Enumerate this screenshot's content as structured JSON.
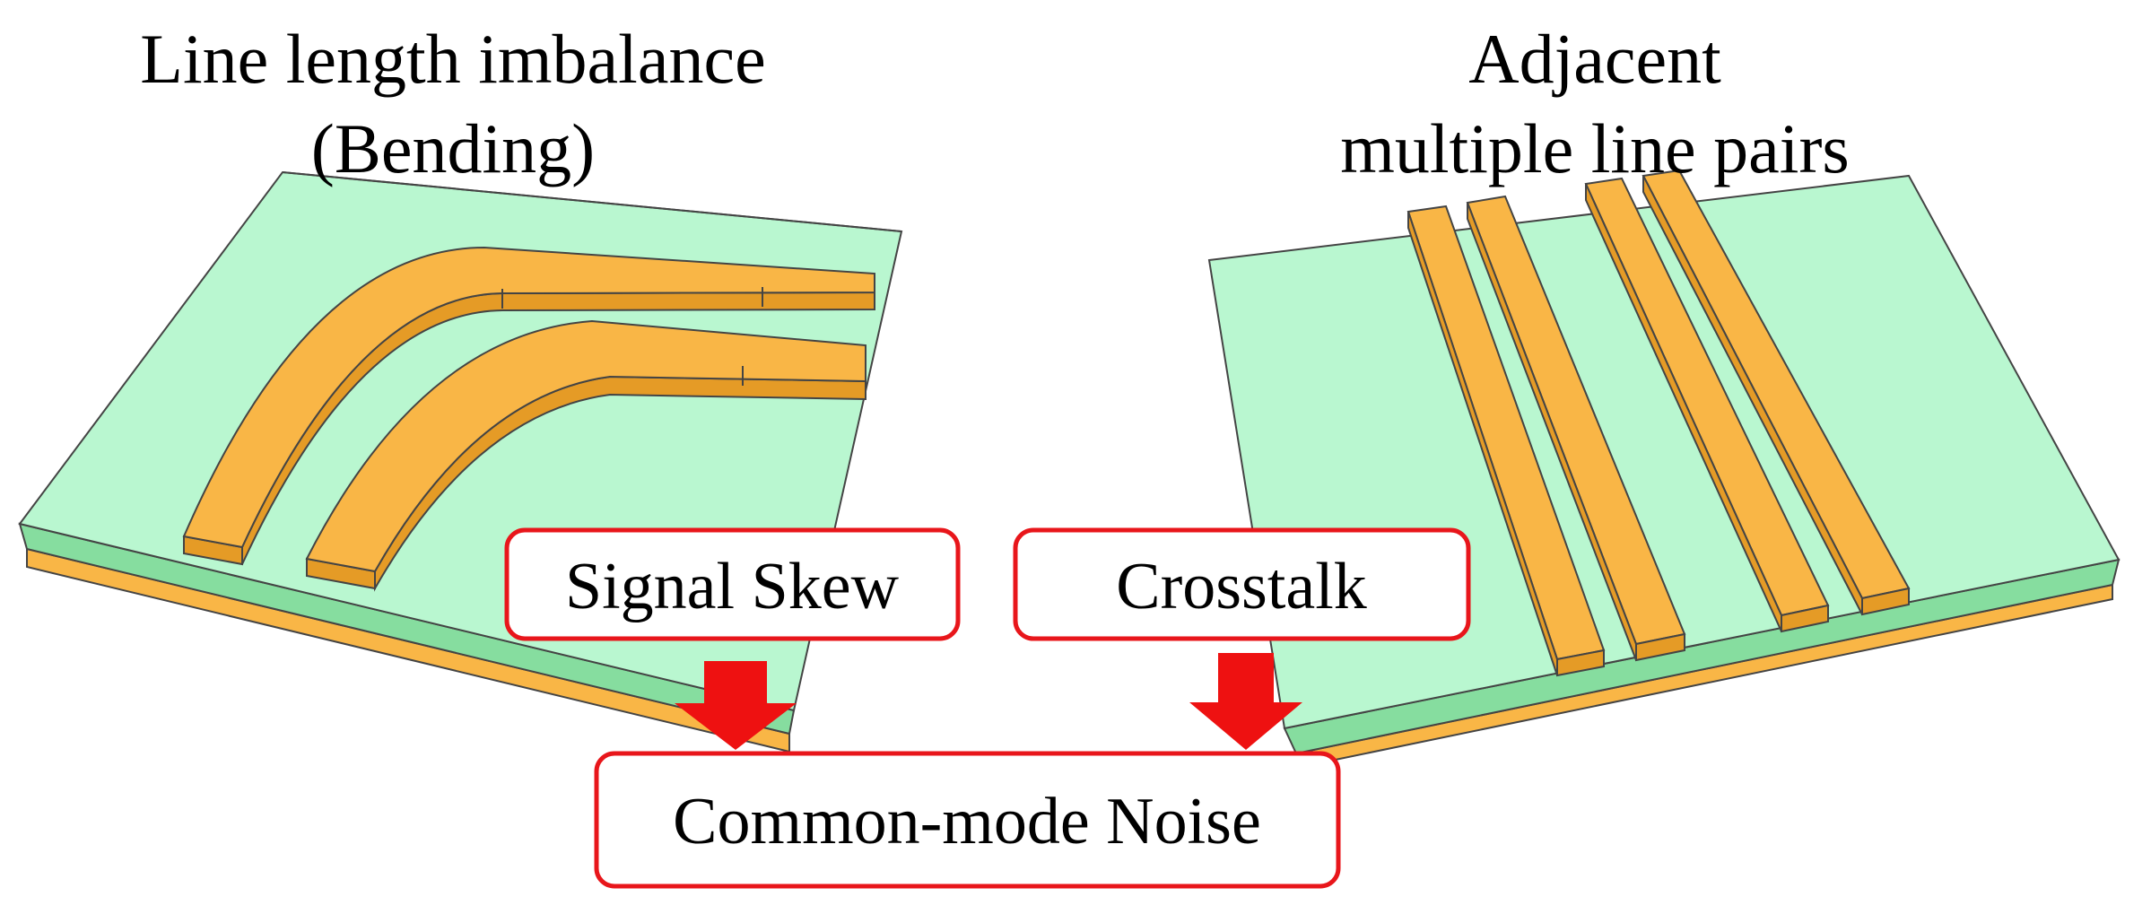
{
  "left_panel": {
    "title_line1": "Line length imbalance",
    "title_line2": "(Bending)"
  },
  "right_panel": {
    "title_line1": "Adjacent",
    "title_line2": "multiple line pairs"
  },
  "labels": {
    "signal_skew": "Signal Skew",
    "crosstalk": "Crosstalk",
    "common_mode_noise": "Common-mode Noise"
  },
  "colors": {
    "substrate_top": "#b9f7d0",
    "substrate_side": "#86dd9f",
    "copper": "#f9b646",
    "copper_side": "#e59b26",
    "box_border": "#e8161b",
    "arrow": "#ee1111"
  }
}
